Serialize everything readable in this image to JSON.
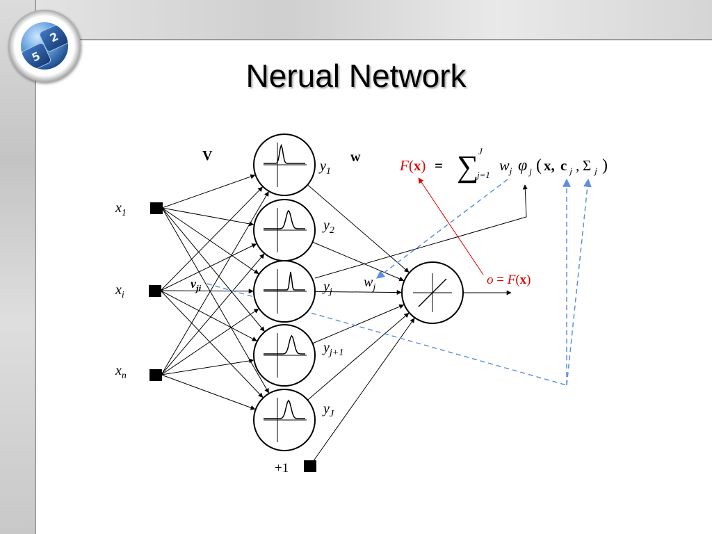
{
  "slide": {
    "title": "Nerual Network"
  },
  "logo": {
    "key_top": "2",
    "key_bottom": "5"
  },
  "diagram": {
    "inputs": [
      {
        "name": "x",
        "sub": "1"
      },
      {
        "name": "x",
        "sub": "i"
      },
      {
        "name": "x",
        "sub": "n"
      }
    ],
    "hidden": [
      {
        "name": "y",
        "sub": "1"
      },
      {
        "name": "y",
        "sub": "2"
      },
      {
        "name": "y",
        "sub": "j"
      },
      {
        "name": "y",
        "sub": "j+1"
      },
      {
        "name": "y",
        "sub": "J"
      }
    ],
    "bias_label": "+1",
    "matrix_v": "V",
    "matrix_w": "w",
    "weight_v": {
      "name": "v",
      "sub": "ji"
    },
    "weight_w": {
      "name": "w",
      "sub": "j"
    },
    "output_label": {
      "o": "o",
      "eq": " = ",
      "F": "F",
      "x": "x"
    },
    "formula": {
      "lhs_F": "F",
      "lhs_x": "x",
      "eq": "=",
      "sigma": "∑",
      "upper": "J",
      "lower": "j=1",
      "w": "w",
      "w_sub": "j",
      "phi": "φ",
      "phi_sub": "j",
      "open": "(",
      "x": "x,",
      "c": "c",
      "c_sub": "j",
      "comma": ",",
      "Sigma": "Σ",
      "Sigma_sub": "j",
      "close": ")"
    },
    "colors": {
      "line": "#000000",
      "red": "#e00000",
      "blue": "#5b8fe0"
    }
  }
}
